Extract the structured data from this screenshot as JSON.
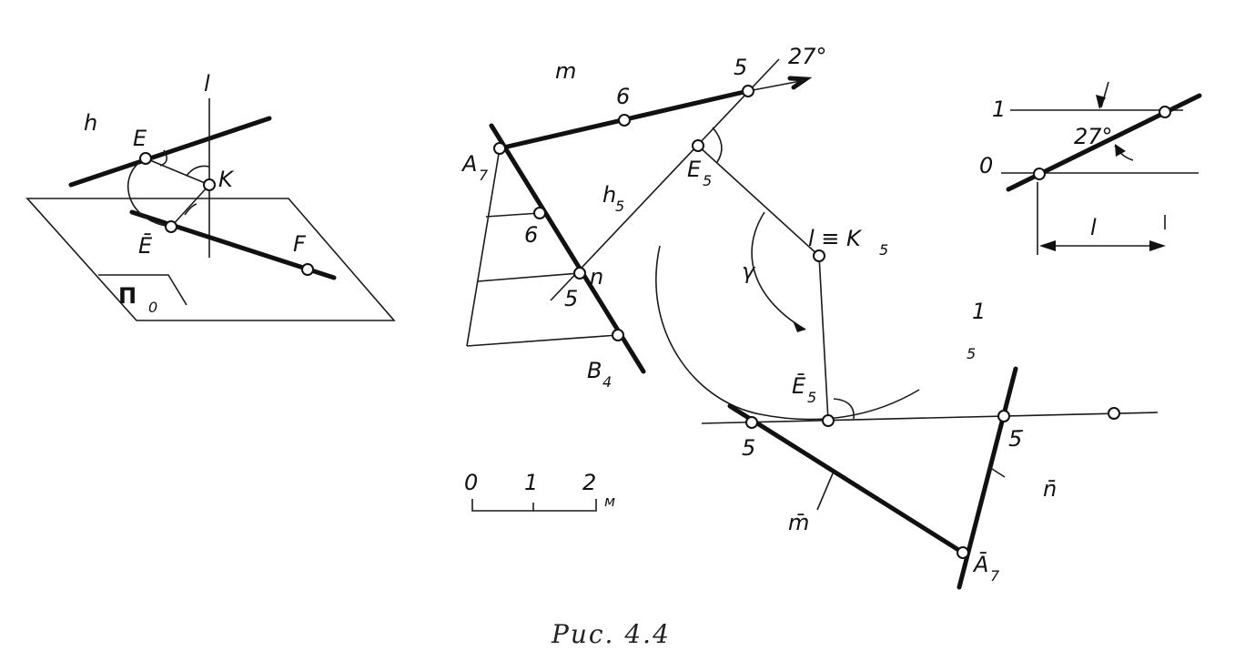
{
  "labels": {
    "h": "h",
    "E": "E",
    "l": "l",
    "K": "K",
    "E_bar": "Ē",
    "F": "F",
    "Pi0": "Π",
    "Pi0_sub": "0",
    "m": "m",
    "six_top": "6",
    "five_top": "5",
    "angle_top": "27°",
    "A7": "A",
    "A7_sub": "7",
    "h5": "h",
    "h5_sub": "5",
    "E5": "E",
    "E5_sub": "5",
    "six_mid": "6",
    "five_mid": "5",
    "n": "n",
    "B4": "B",
    "B4_sub": "4",
    "gamma": "γ",
    "lK5": "l ≡ K",
    "lK5_sub": "5",
    "one_mid": "1",
    "five_small": "5",
    "E5bar": "Ē",
    "E5bar_sub": "5",
    "five_low": "5",
    "five_bar": "5̄",
    "n_bar": "n̄",
    "m_bar": "m̄",
    "A7bar": "Ā",
    "A7bar_sub": "7",
    "l_inset": "l",
    "one_inset": "1",
    "zero_inset": "0",
    "angle_inset": "27°",
    "scale_0": "0",
    "scale_1": "1",
    "scale_2": "2",
    "scale_unit": "м",
    "caption": "Рис. 4.4"
  }
}
